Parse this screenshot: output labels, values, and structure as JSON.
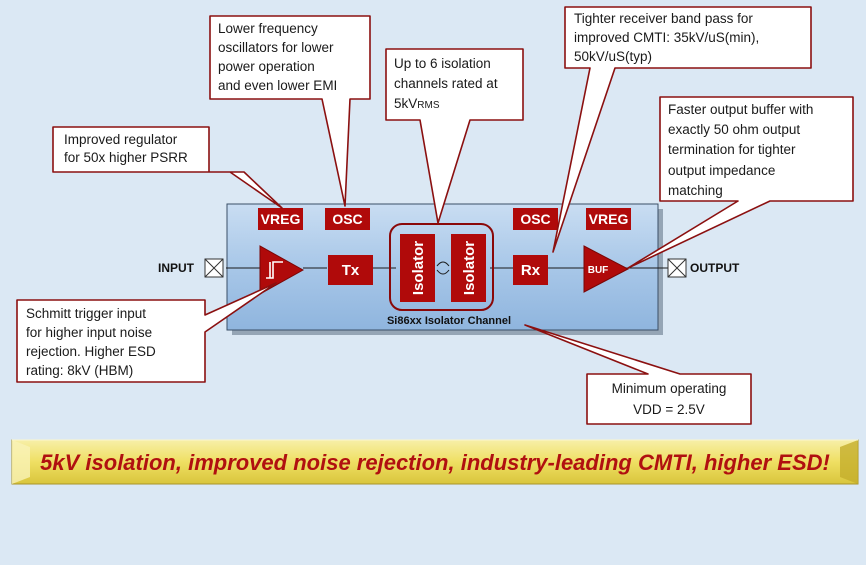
{
  "callouts": {
    "regulator": [
      "Improved regulator",
      "for 50x higher PSRR"
    ],
    "oscillator": [
      "Lower frequency",
      "oscillators for lower",
      "power operation",
      "and even lower EMI"
    ],
    "channels": [
      "Up to 6 isolation",
      "channels rated at"
    ],
    "channels_rating_value": "5kV",
    "channels_rating_sub": "RMS",
    "receiver": [
      "Tighter receiver band pass for",
      "improved CMTI: 35kV/uS(min),",
      "50kV/uS(typ)"
    ],
    "output_buffer": [
      "Faster output buffer with",
      "exactly 50 ohm output",
      "termination for tighter",
      "output impedance",
      "matching"
    ],
    "schmitt": [
      "Schmitt trigger input",
      "for higher input noise",
      "rejection.  Higher ESD",
      "rating: 8kV (HBM)"
    ],
    "vdd": [
      "Minimum operating",
      "VDD = 2.5V"
    ]
  },
  "blocks": {
    "vreg_left": "VREG",
    "osc_left": "OSC",
    "osc_right": "OSC",
    "vreg_right": "VREG",
    "tx": "Tx",
    "isolator_1": "Isolator",
    "isolator_2": "Isolator",
    "rx": "Rx",
    "buf": "BUF"
  },
  "pins": {
    "input": "INPUT",
    "output": "OUTPUT"
  },
  "channel_label": "Si86xx Isolator Channel",
  "banner": "5kV isolation, improved noise rejection, industry-leading CMTI, higher ESD!",
  "colors": {
    "accent_red": "#b00a0a",
    "callout_border": "#8b1010",
    "channel_fill": "#a9c8ea",
    "banner_gold": "#f4e87a",
    "background": "#dbe8f4"
  }
}
